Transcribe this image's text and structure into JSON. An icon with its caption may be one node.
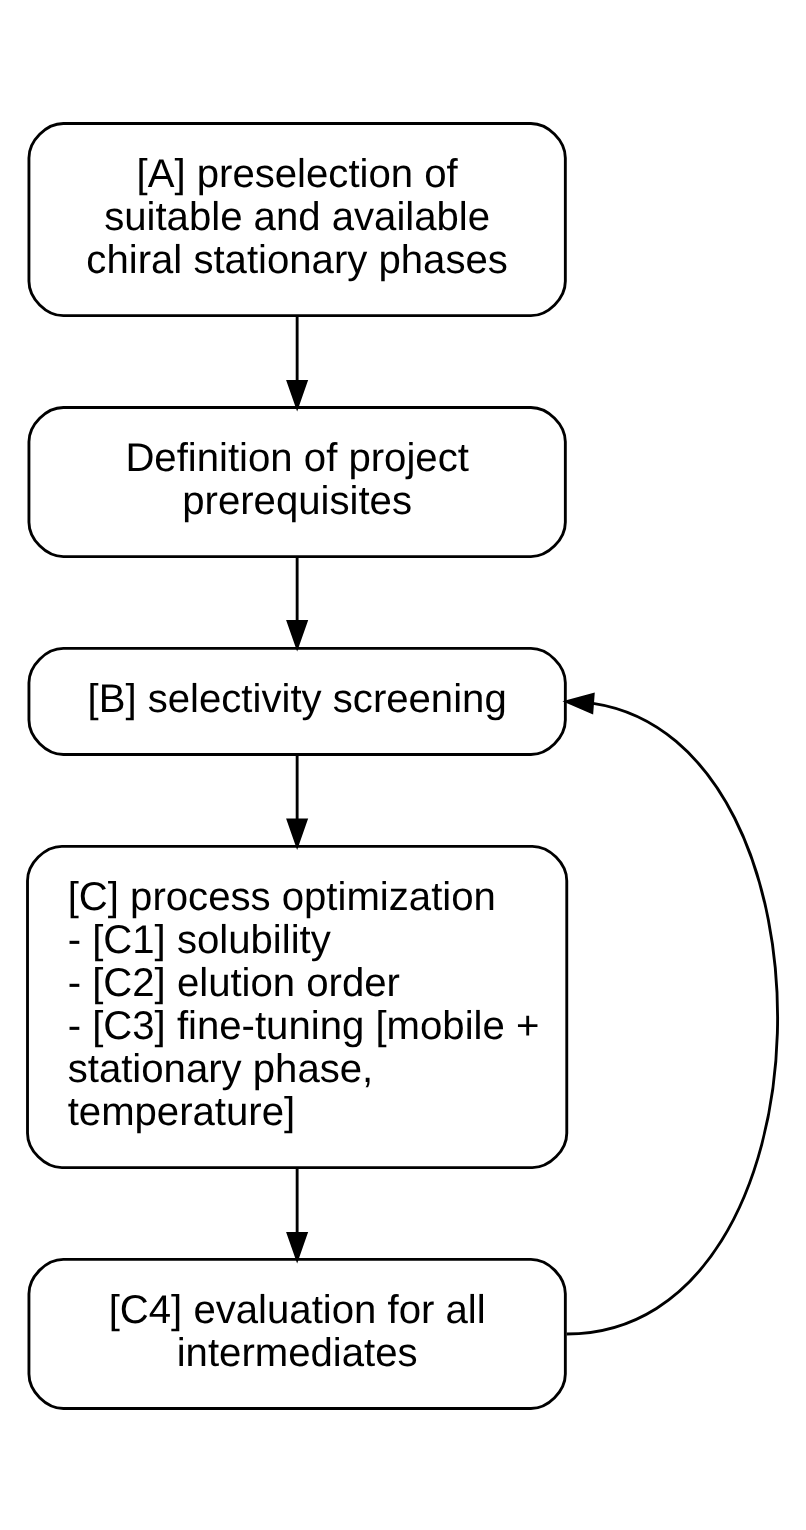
{
  "diagram": {
    "nodes": [
      {
        "text": [
          "[A] preselection of suitable and available chiral stationary phases"
        ]
      },
      {
        "text": [
          "Definition of project prerequisites"
        ]
      },
      {
        "text": [
          "[B] selectivity screening"
        ]
      },
      {
        "text": [
          "[C] process optimization",
          "- [C1] solubility",
          "- [C2] elution order",
          "- [C3] fine-tuning [mobile + stationary phase, temperature]"
        ]
      },
      {
        "text": [
          "[C4] evaluation for all intermediates"
        ]
      }
    ],
    "edges": [
      {
        "from": 0,
        "to": 1,
        "arrow": "to"
      },
      {
        "from": 1,
        "to": 2,
        "arrow": "to"
      },
      {
        "from": 2,
        "to": 3,
        "arrow": "to"
      },
      {
        "from": 3,
        "to": 4,
        "arrow": "to"
      },
      {
        "from": 4,
        "to": 2,
        "arrow": "to"
      }
    ]
  }
}
